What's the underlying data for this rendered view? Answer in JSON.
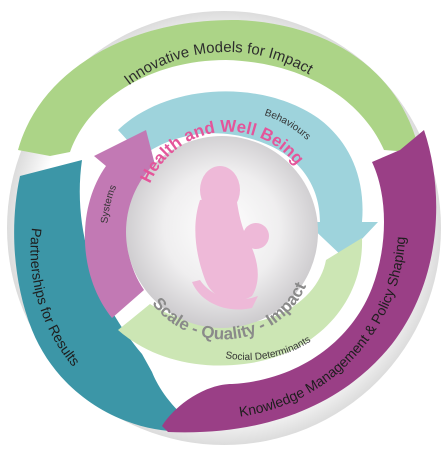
{
  "center": {
    "title": "Health and Well Being",
    "subtitle": "Scale - Quality - Impact"
  },
  "inner_ring": {
    "behaviours": "Behaviours",
    "systems": "Systems",
    "social_determinants": "Social Determinants"
  },
  "outer_ring": {
    "innovative_models": "Innovative Models for Impact",
    "partnerships": "Partnerships for Results",
    "knowledge_management": "Knowledge Management & Policy Shaping"
  },
  "colors": {
    "outer_green": "#acd487",
    "outer_teal": "#3c96a7",
    "outer_purple": "#9a3f86",
    "inner_teal": "#9ed3dc",
    "inner_green": "#cce6b4",
    "inner_purple": "#c279b4",
    "title_pink": "#e4559a",
    "subtitle_grey": "#8a8a8a",
    "silhouette_pink": "#eeb9d8"
  },
  "icons": [
    "mother-and-child-silhouette"
  ]
}
